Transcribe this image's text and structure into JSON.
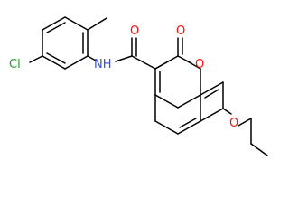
{
  "atom_labels": {
    "chlorine": "Cl",
    "amide_nitrogen": "NH",
    "carbonyl_oxygen": "O",
    "lactone_carbonyl_oxygen": "O",
    "ring_oxygen": "O",
    "ether_oxygen": "O"
  },
  "colors": {
    "bond": "#000000",
    "oxygen": "#ff0d0d",
    "nitrogen": "#3050f8",
    "chlorine": "#1fa01f"
  }
}
